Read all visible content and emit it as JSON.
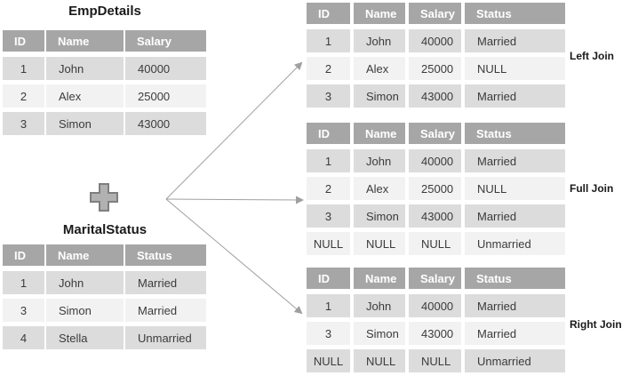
{
  "colors": {
    "header_bg": "#a6a6a6",
    "header_text": "#ffffff",
    "row_odd_bg": "#dcdcdc",
    "row_even_bg": "#f2f2f2",
    "cell_text": "#3b3b3b",
    "title_text": "#1a1a1a",
    "arrow": "#a0a0a0",
    "plus_fill": "#b1b1b1",
    "plus_border": "#7f7f7f"
  },
  "icons": {
    "combine": "plus-icon",
    "connector": "arrow-icon"
  },
  "source_tables": {
    "emp_details": {
      "title": "EmpDetails",
      "headers": [
        "ID",
        "Name",
        "Salary"
      ],
      "rows": [
        [
          "1",
          "John",
          "40000"
        ],
        [
          "2",
          "Alex",
          "25000"
        ],
        [
          "3",
          "Simon",
          "43000"
        ]
      ]
    },
    "marital_status": {
      "title": "MaritalStatus",
      "headers": [
        "ID",
        "Name",
        "Status"
      ],
      "rows": [
        [
          "1",
          "John",
          "Married"
        ],
        [
          "3",
          "Simon",
          "Married"
        ],
        [
          "4",
          "Stella",
          "Unmarried"
        ]
      ]
    }
  },
  "results": [
    {
      "label": "Left Join",
      "headers": [
        "ID",
        "Name",
        "Salary",
        "Status"
      ],
      "rows": [
        [
          "1",
          "John",
          "40000",
          "Married"
        ],
        [
          "2",
          "Alex",
          "25000",
          "NULL"
        ],
        [
          "3",
          "Simon",
          "43000",
          "Married"
        ]
      ]
    },
    {
      "label": "Full Join",
      "headers": [
        "ID",
        "Name",
        "Salary",
        "Status"
      ],
      "rows": [
        [
          "1",
          "John",
          "40000",
          "Married"
        ],
        [
          "2",
          "Alex",
          "25000",
          "NULL"
        ],
        [
          "3",
          "Simon",
          "43000",
          "Married"
        ],
        [
          "NULL",
          "NULL",
          "NULL",
          "Unmarried"
        ]
      ]
    },
    {
      "label": "Right Join",
      "headers": [
        "ID",
        "Name",
        "Salary",
        "Status"
      ],
      "rows": [
        [
          "1",
          "John",
          "40000",
          "Married"
        ],
        [
          "3",
          "Simon",
          "43000",
          "Married"
        ],
        [
          "NULL",
          "NULL",
          "NULL",
          "Unmarried"
        ]
      ]
    }
  ]
}
